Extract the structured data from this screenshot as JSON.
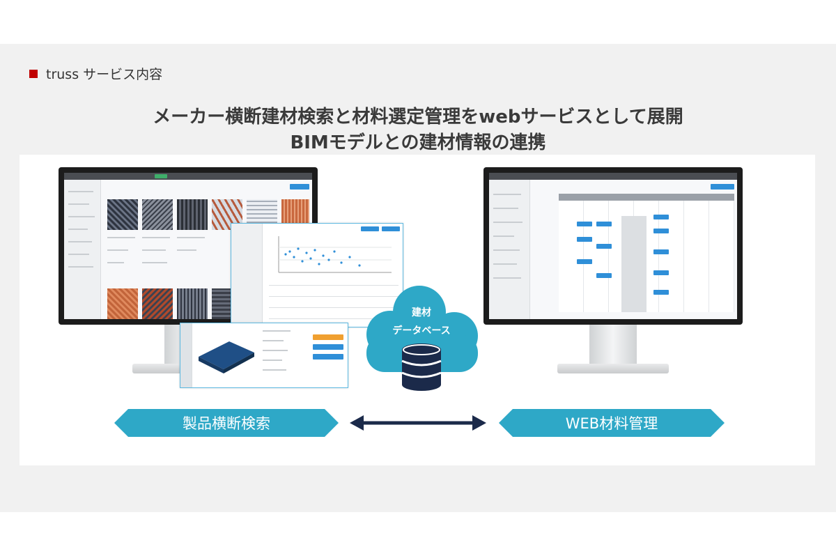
{
  "section": {
    "label": "truss サービス内容",
    "marker_color": "#c00000"
  },
  "headline": {
    "line1": "メーカー横断建材検索と材料選定管理をwebサービスとして展開",
    "line2": "BIMモデルとの建材情報の連携"
  },
  "cloud": {
    "line1": "建材",
    "line2": "データベース",
    "icon": "database-icon",
    "color": "#2ea8c7"
  },
  "ribbons": {
    "left": "製品横断検索",
    "right": "WEB材料管理",
    "color": "#2ea8c7"
  },
  "connector": {
    "icon": "double-arrow-icon",
    "color": "#1b2a4a"
  }
}
